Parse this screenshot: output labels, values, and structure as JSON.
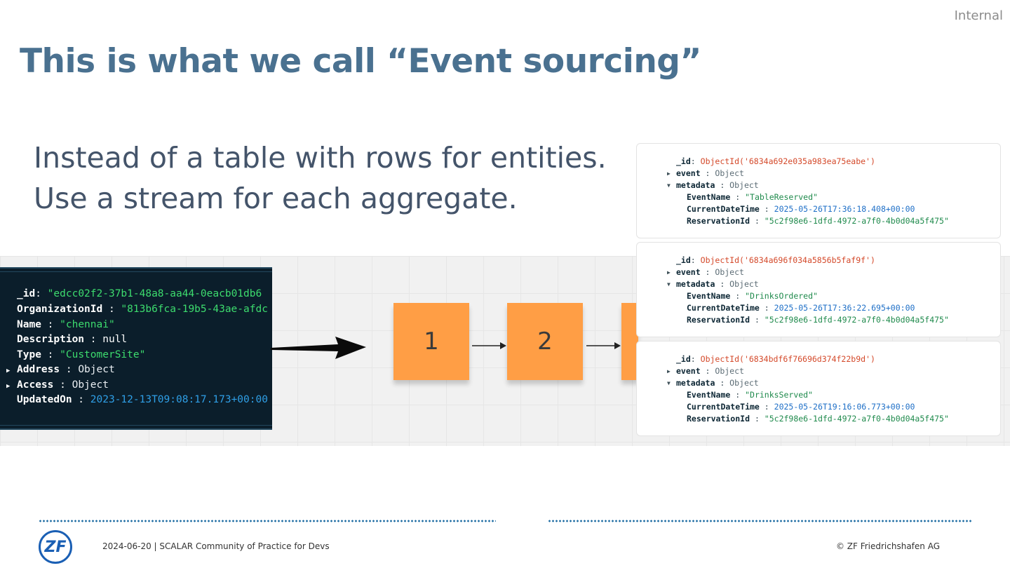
{
  "classification": "Internal",
  "title": "This is what we call “Event sourcing”",
  "body_lines": [
    "Instead of a table with rows for entities.",
    "Use a stream for each aggregate."
  ],
  "code_panel": {
    "rows": [
      {
        "key": "_id",
        "value": "\"edcc02f2-37b1-48a8-aa44-0eacb01db6",
        "type": "str"
      },
      {
        "key": "OrganizationId",
        "value": "\"813b6fca-19b5-43ae-afdc",
        "type": "str"
      },
      {
        "key": "Name",
        "value": "\"chennai\"",
        "type": "str"
      },
      {
        "key": "Description",
        "value": "null",
        "type": "null"
      },
      {
        "key": "Type",
        "value": "\"CustomerSite\"",
        "type": "str"
      },
      {
        "key": "Address",
        "value": "Object",
        "type": "obj"
      },
      {
        "key": "Access",
        "value": "Object",
        "type": "obj"
      },
      {
        "key": "UpdatedOn",
        "value": "2023-12-13T09:08:17.173+00:00",
        "type": "date"
      }
    ]
  },
  "stickies": [
    "1",
    "2"
  ],
  "documents": [
    {
      "id_label": "_id",
      "id_value": "ObjectId('6834a692e035a983ea75eabe')",
      "event_label": "event",
      "event_value": "Object",
      "metadata_label": "metadata",
      "metadata_value": "Object",
      "event_name_label": "EventName",
      "event_name": "\"TableReserved\"",
      "date_label": "CurrentDateTime",
      "date": "2025-05-26T17:36:18.408+00:00",
      "reservation_label": "ReservationId",
      "reservation": "\"5c2f98e6-1dfd-4972-a7f0-4b0d04a5f475\""
    },
    {
      "id_label": "_id",
      "id_value": "ObjectId('6834a696f034a5856b5faf9f')",
      "event_label": "event",
      "event_value": "Object",
      "metadata_label": "metadata",
      "metadata_value": "Object",
      "event_name_label": "EventName",
      "event_name": "\"DrinksOrdered\"",
      "date_label": "CurrentDateTime",
      "date": "2025-05-26T17:36:22.695+00:00",
      "reservation_label": "ReservationId",
      "reservation": "\"5c2f98e6-1dfd-4972-a7f0-4b0d04a5f475\""
    },
    {
      "id_label": "_id",
      "id_value": "ObjectId('6834bdf6f76696d374f22b9d')",
      "event_label": "event",
      "event_value": "Object",
      "metadata_label": "metadata",
      "metadata_value": "Object",
      "event_name_label": "EventName",
      "event_name": "\"DrinksServed\"",
      "date_label": "CurrentDateTime",
      "date": "2025-05-26T19:16:06.773+00:00",
      "reservation_label": "ReservationId",
      "reservation": "\"5c2f98e6-1dfd-4972-a7f0-4b0d04a5f475\""
    }
  ],
  "footer": {
    "left": "2024-06-20 | SCALAR Community of Practice for Devs",
    "right": "© ZF Friedrichshafen AG",
    "logo_text": "ZF"
  },
  "colors": {
    "title": "#4a7190",
    "body": "#44546a",
    "sticky": "#ff9e45",
    "code_bg": "#0b1e2b",
    "footer_dots": "#1f6da3"
  }
}
